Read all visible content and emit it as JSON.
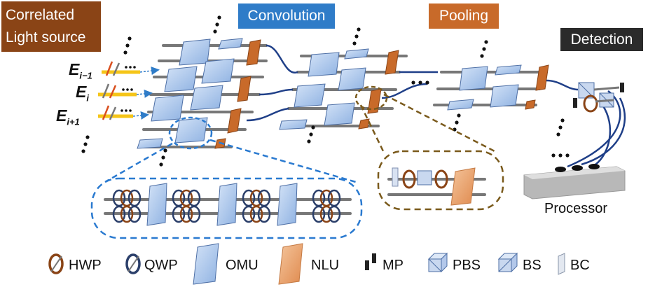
{
  "labels": {
    "source_line1": "Correlated",
    "source_line2": "Light source",
    "convolution": "Convolution",
    "pooling": "Pooling",
    "detection": "Detection",
    "processor": "Processor",
    "e_prev": "E",
    "e_prev_sub": "i−1",
    "e_cur": "E",
    "e_cur_sub": "i",
    "e_next": "E",
    "e_next_sub": "i+1"
  },
  "legend": [
    {
      "key": "hwp",
      "label": "HWP"
    },
    {
      "key": "qwp",
      "label": "QWP"
    },
    {
      "key": "omu",
      "label": "OMU"
    },
    {
      "key": "nlu",
      "label": "NLU"
    },
    {
      "key": "mp",
      "label": "MP"
    },
    {
      "key": "pbs",
      "label": "PBS"
    },
    {
      "key": "bs",
      "label": "BS"
    },
    {
      "key": "bc",
      "label": "BC"
    }
  ],
  "colors": {
    "source_tag": "#8a4416",
    "convolution_tag": "#2f7cc8",
    "pooling_tag": "#c86a2a",
    "detection_tag": "#2b2b2b",
    "omu_fill": "#a9c6ec",
    "nlu_fill": "#c86a2a",
    "fiber": "#1f3f88",
    "zoom_blue": "#2a7ad0",
    "zoom_olive": "#7a5a1c"
  }
}
